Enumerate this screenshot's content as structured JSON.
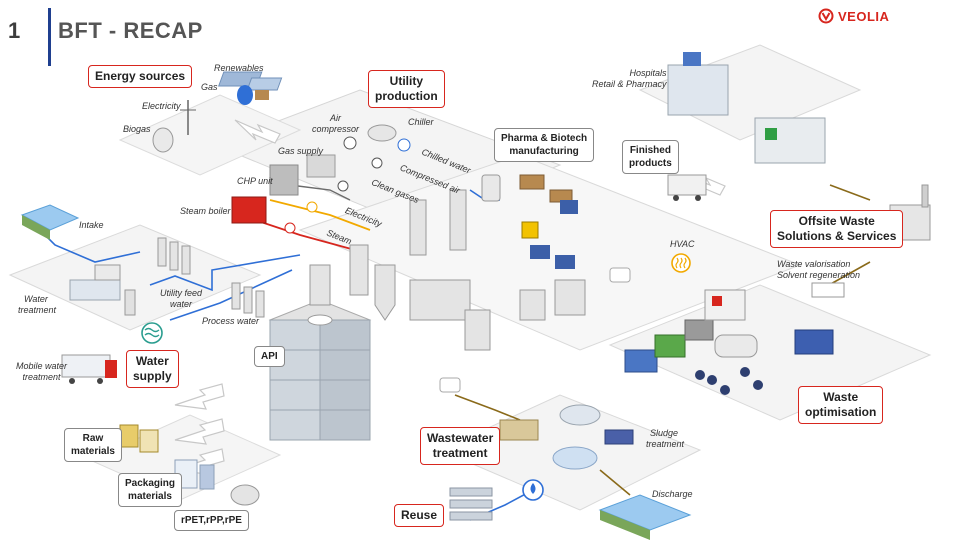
{
  "header": {
    "slide_number": "1",
    "title": "BFT - RECAP",
    "brand": "VEOLIA"
  },
  "boxes": {
    "energy_sources": "Energy sources",
    "utility_production_1": "Utility",
    "utility_production_2": "production",
    "pharma_1": "Pharma & Biotech",
    "pharma_2": "manufacturing",
    "finished_1": "Finished",
    "finished_2": "products",
    "offsite_1": "Offsite Waste",
    "offsite_2": "Solutions & Services",
    "water_supply_1": "Water",
    "water_supply_2": "supply",
    "api": "API",
    "raw_1": "Raw",
    "raw_2": "materials",
    "packaging_1": "Packaging",
    "packaging_2": "materials",
    "recycled": "rPET,rPP,rPE",
    "wastewater_1": "Wastewater",
    "wastewater_2": "treatment",
    "reuse": "Reuse",
    "waste_opt_1": "Waste",
    "waste_opt_2": "optimisation"
  },
  "labels": {
    "renewables": "Renewables",
    "gas": "Gas",
    "electricity_src": "Electricity",
    "biogas": "Biogas",
    "air_compressor_1": "Air",
    "air_compressor_2": "compressor",
    "chiller": "Chiller",
    "gas_supply": "Gas supply",
    "chp_unit": "CHP unit",
    "steam_boiler": "Steam boiler",
    "chilled_water": "Chilled water",
    "compressed_air": "Compressed air",
    "clean_gases": "Clean gases",
    "electricity": "Electricity",
    "steam": "Steam",
    "intake": "Intake",
    "water_treatment_1": "Water",
    "water_treatment_2": "treatment",
    "utility_feed_1": "Utility feed",
    "utility_feed_2": "water",
    "process_water": "Process water",
    "mobile_water_1": "Mobile water",
    "mobile_water_2": "treatment",
    "hospitals_1": "Hospitals",
    "hospitals_2": "Retail & Pharmacy",
    "hvac": "HVAC",
    "waste_valorisation_1": "Waste valorisation",
    "waste_valorisation_2": "Solvent regeneration",
    "sludge_1": "Sludge",
    "sludge_2": "treatment",
    "discharge": "Discharge"
  },
  "colors": {
    "accent": "#d7261e",
    "rule": "#1f3f8f",
    "water": "#2f6fd6",
    "waste": "#8a6a1a",
    "steam": "#d7261e",
    "electric": "#f2a900"
  },
  "icons": {
    "brand": "veolia-logo-icon",
    "water_supply": "water-waves-icon",
    "hvac": "heat-waves-icon",
    "reuse": "water-drop-icon"
  }
}
